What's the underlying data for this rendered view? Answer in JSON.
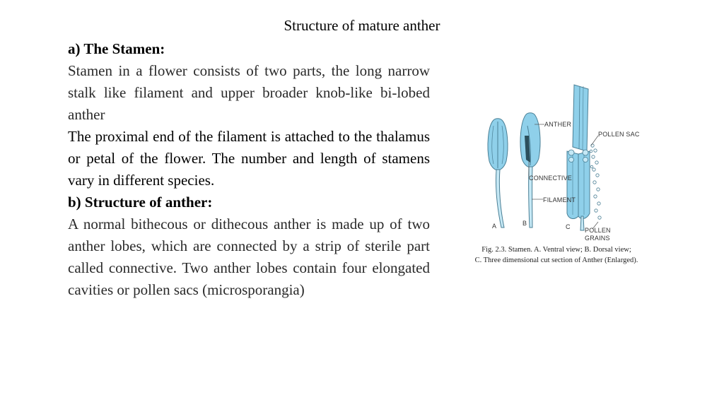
{
  "title": "Structure of mature anther",
  "section_a": {
    "heading": "a) The Stamen:",
    "para1": "Stamen in a flower consists of two parts, the long narrow stalk like filament and upper broader knob-like bi-lobed anther",
    "para2": "The proximal end of the filament is attached to the thalamus or petal of the flower. The number and length of stamens vary in different species."
  },
  "section_b": {
    "heading": "b) Structure of anther:",
    "para1": "A normal bithecous or dithecous anther is made up of two anther lobes, which are connected by a strip of sterile part called connective. Two anther lobes contain four elongated cavities or pollen sacs (microsporangia)"
  },
  "figure": {
    "labels": {
      "anther": "ANTHER",
      "pollen_sac": "POLLEN SAC",
      "connective": "CONNECTIVE",
      "filament": "FILAMENT",
      "pollen_grains_1": "POLLEN",
      "pollen_grains_2": "GRAINS",
      "a": "A",
      "b": "B",
      "c": "C"
    },
    "caption_line1": "Fig. 2.3. Stamen. A. Ventral view; B. Dorsal view;",
    "caption_line2": "C. Three dimensional cut section of Anther (Enlarged).",
    "colors": {
      "fill": "#8fd0ea",
      "fill_light": "#c5e8f5",
      "stroke": "#4a7f95"
    }
  }
}
